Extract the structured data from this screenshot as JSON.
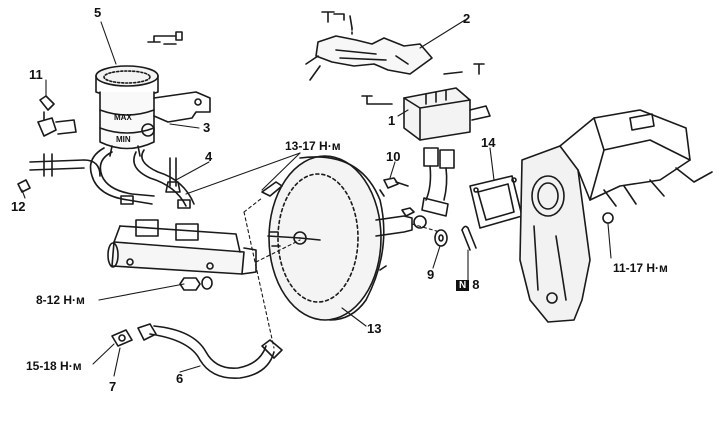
{
  "callouts": {
    "c1": "1",
    "c2": "2",
    "c3": "3",
    "c4": "4",
    "c5": "5",
    "c6": "6",
    "c7": "7",
    "c8": "8",
    "c8_badge": "N",
    "c9": "9",
    "c10": "10",
    "c11": "11",
    "c12": "12",
    "c13": "13",
    "c14": "14",
    "t_booster": "13-17 Н·м",
    "t_bracket": "11-17 Н·м",
    "t_mc_nut": "8-12 Н·м",
    "t_union": "15-18 Н·м"
  },
  "reservoir_marks": {
    "max": "MAX",
    "min": "MIN"
  }
}
